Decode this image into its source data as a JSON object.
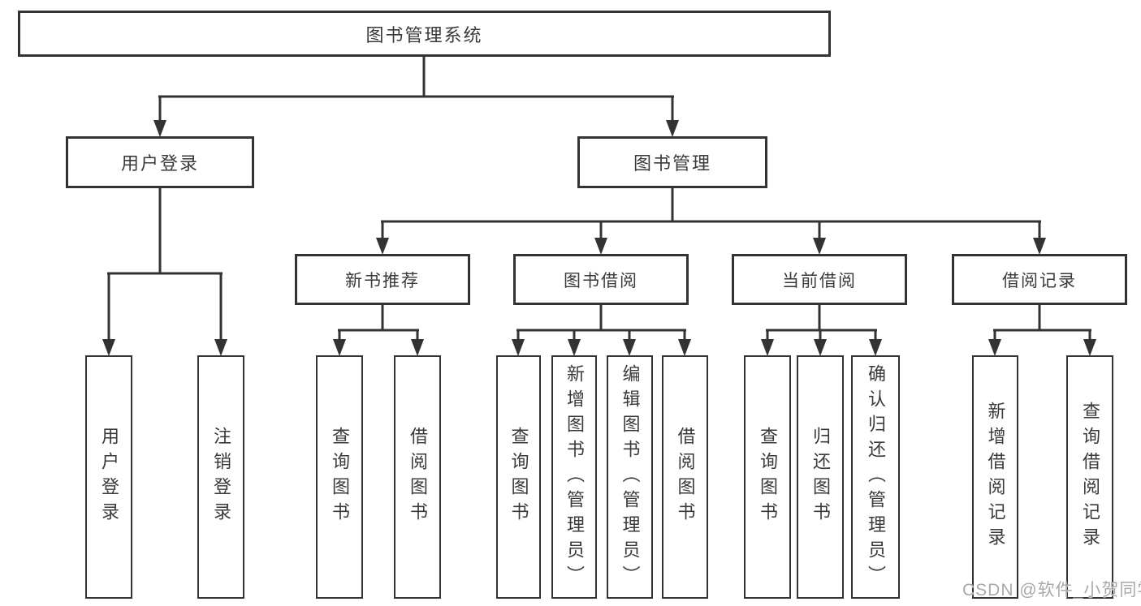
{
  "diagram_title": "图书管理系统",
  "tree": {
    "root": {
      "label": "图书管理系统"
    },
    "user_login": {
      "label": "用户登录",
      "children": [
        {
          "label": "用户登录"
        },
        {
          "label": "注销登录"
        }
      ]
    },
    "book_mgmt": {
      "label": "图书管理",
      "children": [
        {
          "label": "新书推荐",
          "children": [
            {
              "label": "查询图书"
            },
            {
              "label": "借阅图书"
            }
          ]
        },
        {
          "label": "图书借阅",
          "children": [
            {
              "label": "查询图书"
            },
            {
              "label": "新增图书（管理员）"
            },
            {
              "label": "编辑图书（管理员）"
            },
            {
              "label": "借阅图书"
            }
          ]
        },
        {
          "label": "当前借阅",
          "children": [
            {
              "label": "查询图书"
            },
            {
              "label": "归还图书"
            },
            {
              "label": "确认归还（管理员）"
            }
          ]
        },
        {
          "label": "借阅记录",
          "children": [
            {
              "label": "新增借阅记录"
            },
            {
              "label": "查询借阅记录"
            }
          ]
        }
      ]
    }
  },
  "watermark": {
    "text": "CSDN @软件_小贺同学"
  },
  "colors": {
    "line": "#333333",
    "box_border": "#333333",
    "text": "#3a3a3a",
    "watermark": "#a9a9a9",
    "background": "#ffffff"
  }
}
